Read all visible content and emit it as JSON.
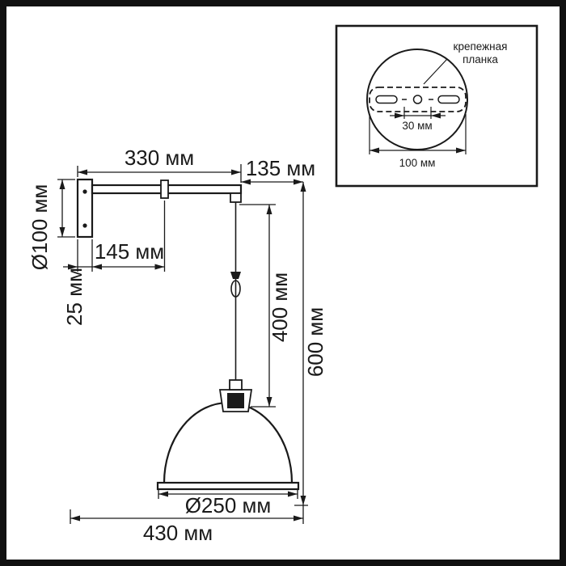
{
  "dims": {
    "arm_length": "330 мм",
    "arm_offset": "135 мм",
    "plate_diameter": "Ø100 мм",
    "arm_segment": "145 мм",
    "plate_depth": "25 мм",
    "suspension": "400 мм",
    "overall_height": "600 мм",
    "shade_diameter": "Ø250 мм",
    "overall_width": "430 мм"
  },
  "inset": {
    "callout_line1": "крепежная",
    "callout_line2": "планка",
    "hole_spacing": "30 мм",
    "plate_width": "100 мм"
  },
  "colors": {
    "ink": "#1a1a1a",
    "background": "#ffffff",
    "frame": "#111111"
  }
}
